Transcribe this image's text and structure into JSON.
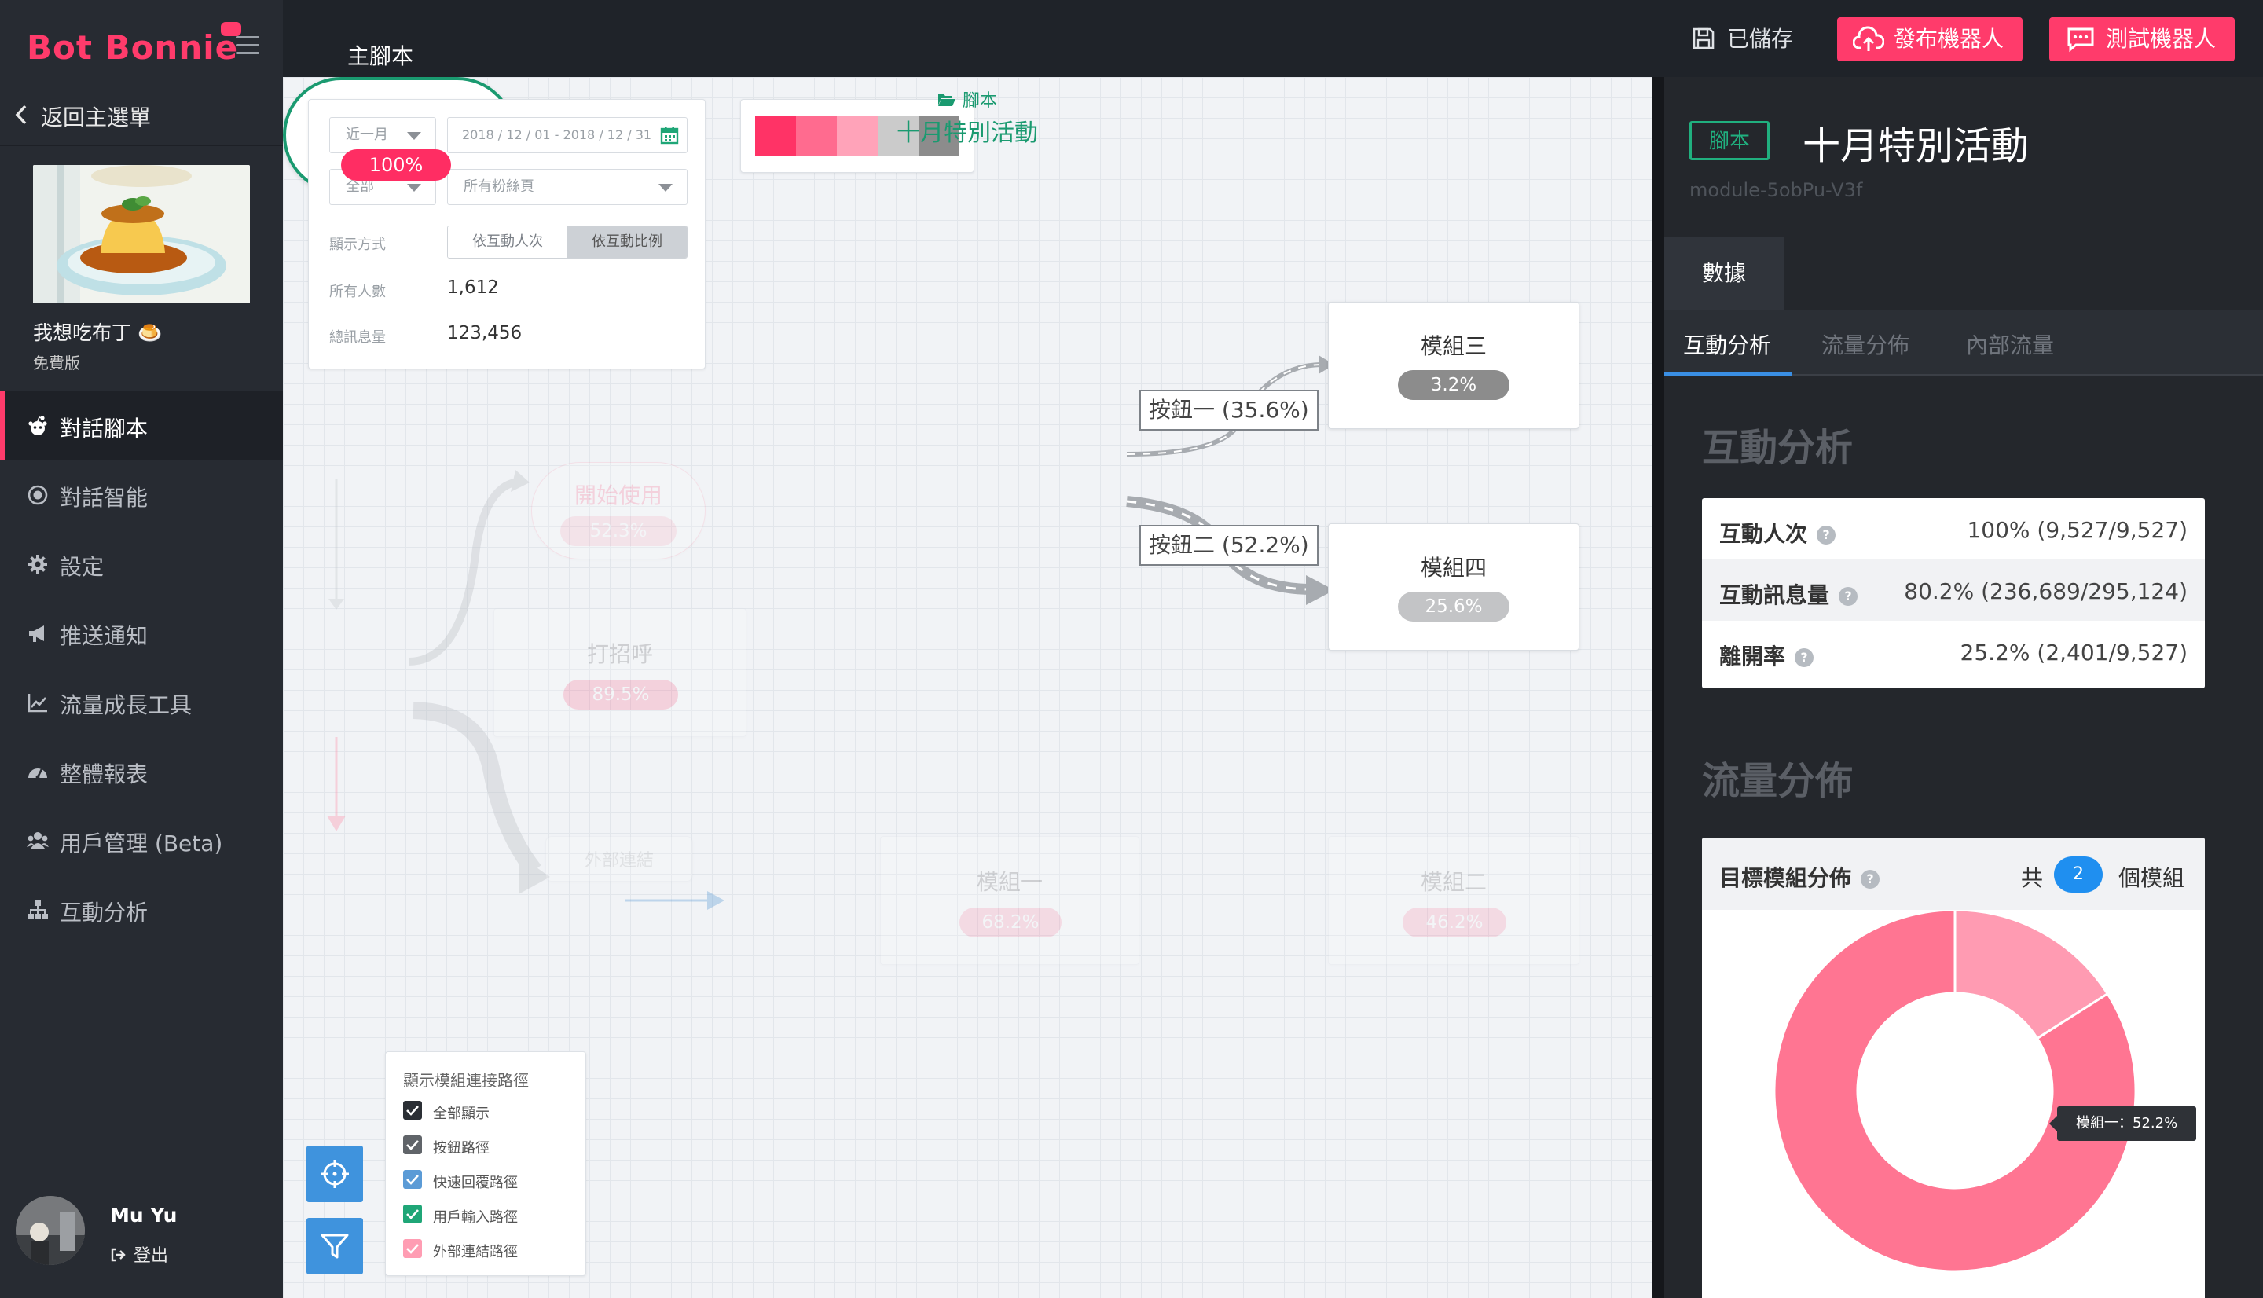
{
  "brand": {
    "name": "Bot Bonnie"
  },
  "sidebar": {
    "back_label": "返回主選單",
    "bot_name": "我想吃布丁 🍮",
    "bot_plan": "免費版",
    "items": [
      {
        "label": "對話腳本",
        "icon": "reddit-bot-icon"
      },
      {
        "label": "對話智能",
        "icon": "target-icon"
      },
      {
        "label": "設定",
        "icon": "gear-icon"
      },
      {
        "label": "推送通知",
        "icon": "megaphone-icon"
      },
      {
        "label": "流量成長工具",
        "icon": "line-chart-icon"
      },
      {
        "label": "整體報表",
        "icon": "dashboard-icon"
      },
      {
        "label": "用戶管理 (Beta)",
        "icon": "users-icon"
      },
      {
        "label": "互動分析",
        "icon": "sitemap-icon"
      }
    ],
    "active_index": 0,
    "user": {
      "name": "Mu Yu",
      "logout_label": "登出"
    }
  },
  "topbar": {
    "tab_label": "主腳本",
    "save_status": "已儲存",
    "publish_label": "發布機器人",
    "test_label": "測試機器人"
  },
  "filters": {
    "period": "近一月",
    "date_range": "2018 / 12 / 01 - 2018 / 12 / 31",
    "audience": "全部",
    "fan_pages": "所有粉絲頁",
    "display_mode_label": "顯示方式",
    "mode_by_count": "依互動人次",
    "mode_by_ratio": "依互動比例",
    "total_users_label": "所有人數",
    "total_users_value": "1,612",
    "total_messages_label": "總訊息量",
    "total_messages_value": "123,456"
  },
  "color_scale": [
    "#ff3366",
    "#ff6b8f",
    "#ffa3b9",
    "#cbcbcb",
    "#8c8c8c"
  ],
  "flow": {
    "script_node": {
      "tag": "腳本",
      "title": "十月特別活動",
      "percent": "100%"
    },
    "start_node": {
      "title": "開始使用",
      "percent": "52.3%"
    },
    "greet_node": {
      "title": "打招呼",
      "percent": "89.5%"
    },
    "external_node": {
      "title": "外部連結"
    },
    "module1": {
      "title": "模組一",
      "percent": "68.2%"
    },
    "module2": {
      "title": "模組二",
      "percent": "46.2%"
    },
    "module3": {
      "title": "模組三",
      "percent": "3.2%"
    },
    "module4": {
      "title": "模組四",
      "percent": "25.6%"
    },
    "edge1_label": "按鈕一 (35.6%)",
    "edge2_label": "按鈕二 (52.2%)"
  },
  "path_legend": {
    "title": "顯示模組連接路徑",
    "items": [
      {
        "label": "全部顯示",
        "color": "#2b2f35"
      },
      {
        "label": "按鈕路徑",
        "color": "#606469"
      },
      {
        "label": "快速回覆路徑",
        "color": "#5b9bd6"
      },
      {
        "label": "用戶輸入路徑",
        "color": "#1fa677"
      },
      {
        "label": "外部連結路徑",
        "color": "#ff9db3"
      }
    ]
  },
  "right_panel": {
    "badge": "腳本",
    "title": "十月特別活動",
    "module_id": "module-5obPu-V3f",
    "data_tab": "數據",
    "tabs": [
      "互動分析",
      "流量分佈",
      "內部流量"
    ],
    "interaction_heading": "互動分析",
    "metrics": [
      {
        "label": "互動人次",
        "value": "100% (9,527/9,527)"
      },
      {
        "label": "互動訊息量",
        "value": "80.2% (236,689/295,124)"
      },
      {
        "label": "離開率",
        "value": "25.2%  (2,401/9,527)"
      }
    ],
    "flow_heading": "流量分佈",
    "distribution": {
      "label": "目標模組分佈",
      "total_prefix": "共",
      "count": "2",
      "total_suffix": "個模組",
      "tooltip": "模組一：52.2%"
    }
  },
  "chart_data": {
    "type": "pie",
    "title": "目標模組分佈",
    "series": [
      {
        "values": [
          16.0,
          84.0
        ]
      }
    ],
    "slice_colors": [
      "#ff9bb2",
      "#ff7592"
    ],
    "tooltip": "模組一：52.2%"
  }
}
